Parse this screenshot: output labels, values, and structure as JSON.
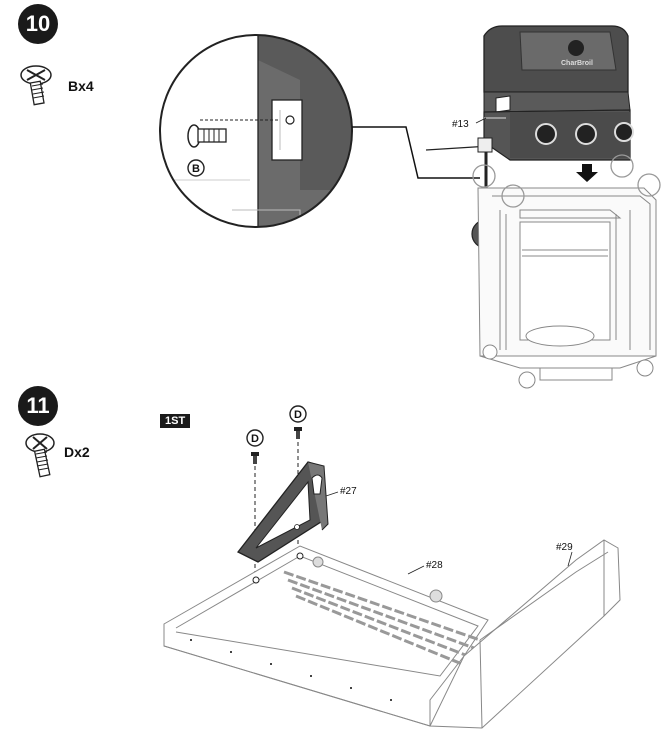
{
  "steps": [
    {
      "number": "10",
      "qty": "Bx4",
      "screw_letter": "B",
      "part_labels": {
        "regulator": "#13"
      }
    },
    {
      "number": "11",
      "qty": "Dx2",
      "first_tag": "1ST",
      "screw_letter": "D",
      "part_labels": {
        "bracket": "#27",
        "shelf": "#28",
        "side_panel": "#29"
      }
    }
  ],
  "grill": {
    "logo_text": "CharBroil"
  },
  "colors": {
    "grill_body": "#4a4a4a",
    "lid": "#555555",
    "line": "#222222",
    "light_line": "#9a9a9a",
    "badge": "#1a1a1a"
  }
}
